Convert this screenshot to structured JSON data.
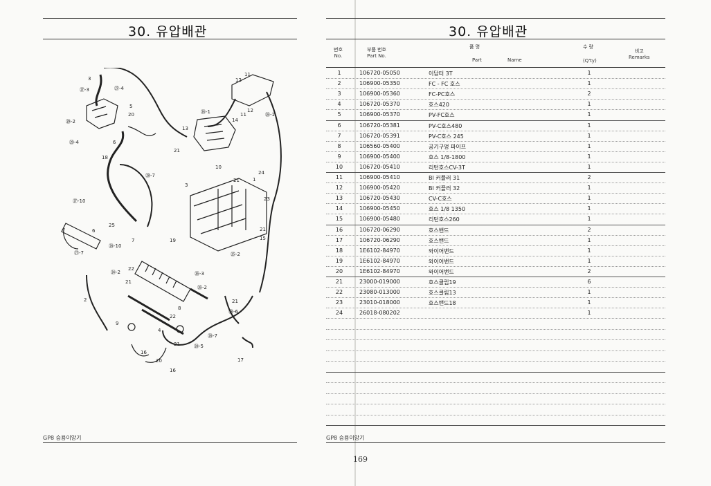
{
  "left_page": {
    "title": "30. 유압배관",
    "footer": "GP8 승용이앙기",
    "callouts": {
      "c3": "3",
      "c27_3": "㉗-3",
      "c27_4": "㉗-4",
      "c5": "5",
      "c20a": "20",
      "c29_2": "㉙-2",
      "c29_4": "㉙-4",
      "c6": "6",
      "c13": "13",
      "c18": "18",
      "c26_1": "㉖-1",
      "c14": "14",
      "c12a": "12",
      "c11a": "11",
      "c12b": "12",
      "c11b": "11",
      "c26_1b": "㉖-1",
      "c21a": "21",
      "c10": "10",
      "c24": "24",
      "c21b": "21",
      "c1": "1",
      "c23": "23",
      "c3b": "3",
      "c28_7": "㉘-7",
      "c27_10": "㉗-10",
      "c25": "25",
      "c6b": "6",
      "c7": "7",
      "c28_10": "㉘-10",
      "c27_7": "㉗-7",
      "c21c": "21",
      "c15": "15",
      "c19": "19",
      "c25_2": "㉕-2",
      "c22a": "22",
      "c24_2": "㉔-2",
      "c21d": "21",
      "c2": "2",
      "c8": "8",
      "c22b": "22",
      "c26_2": "㉖-2",
      "c9": "9",
      "c21e": "21",
      "c28_6": "㉘-6",
      "c28_7b": "㉘-7",
      "c4": "4",
      "c21f": "21",
      "c28_5": "㉘-5",
      "c16": "16",
      "c20b": "20",
      "c16b": "16",
      "c17": "17",
      "c26_3": "㉖-3"
    }
  },
  "right_page": {
    "title": "30. 유압배관",
    "footer": "GP8 승용이앙기",
    "page_number": "169",
    "headers": {
      "no_kr": "번호",
      "no_en": "No.",
      "part_no_kr": "부품 번호",
      "part_no_en": "Part  No.",
      "name_kr": "품          명",
      "part_en": "Part",
      "name_en": "Name",
      "qty_kr": "수  량",
      "qty_en": "(Q'ty)",
      "remarks_kr": "비고",
      "remarks_en": "Remarks"
    },
    "rows": [
      {
        "no": "1",
        "part_no": "106720-05050",
        "name": "이답터 3T",
        "qty": "1"
      },
      {
        "no": "2",
        "part_no": "106900-05350",
        "name": "FC - FC 호스",
        "qty": "1"
      },
      {
        "no": "3",
        "part_no": "106900-05360",
        "name": "FC-PC호스",
        "qty": "2"
      },
      {
        "no": "4",
        "part_no": "106720-05370",
        "name": "호스420",
        "qty": "1"
      },
      {
        "no": "5",
        "part_no": "106900-05370",
        "name": "PV-FC호스",
        "qty": "1"
      },
      {
        "no": "6",
        "part_no": "106720-05381",
        "name": "PV-C호스480",
        "qty": "1"
      },
      {
        "no": "7",
        "part_no": "106720-05391",
        "name": "PV-C호스 245",
        "qty": "1"
      },
      {
        "no": "8",
        "part_no": "106560-05400",
        "name": "공기구멍 파이프",
        "qty": "1"
      },
      {
        "no": "9",
        "part_no": "106900-05400",
        "name": "호스 1/8-1800",
        "qty": "1"
      },
      {
        "no": "10",
        "part_no": "106720-05410",
        "name": "리턴호스CV-3T",
        "qty": "1"
      },
      {
        "no": "11",
        "part_no": "106900-05410",
        "name": "BI 커플러 31",
        "qty": "2"
      },
      {
        "no": "12",
        "part_no": "106900-05420",
        "name": "BI 커플러 32",
        "qty": "1"
      },
      {
        "no": "13",
        "part_no": "106720-05430",
        "name": "CV-C호스",
        "qty": "1"
      },
      {
        "no": "14",
        "part_no": "106900-05450",
        "name": "호스 1/8 1350",
        "qty": "1"
      },
      {
        "no": "15",
        "part_no": "106900-05480",
        "name": "리턴호스260",
        "qty": "1"
      },
      {
        "no": "16",
        "part_no": "106720-06290",
        "name": "호스밴드",
        "qty": "2"
      },
      {
        "no": "17",
        "part_no": "106720-06290",
        "name": "호스밴드",
        "qty": "1"
      },
      {
        "no": "18",
        "part_no": "1E6102-84970",
        "name": "와이어밴드",
        "qty": "1"
      },
      {
        "no": "19",
        "part_no": "1E6102-84970",
        "name": "와이어밴드",
        "qty": "1"
      },
      {
        "no": "20",
        "part_no": "1E6102-84970",
        "name": "와이어밴드",
        "qty": "2"
      },
      {
        "no": "21",
        "part_no": "23000-019000",
        "name": "호스클립19",
        "qty": "6"
      },
      {
        "no": "22",
        "part_no": "23080-013000",
        "name": "호스클립13",
        "qty": "1"
      },
      {
        "no": "23",
        "part_no": "23010-018000",
        "name": "호스밴드18",
        "qty": "1"
      },
      {
        "no": "24",
        "part_no": "26018-080202",
        "name": "",
        "qty": "1"
      }
    ]
  }
}
